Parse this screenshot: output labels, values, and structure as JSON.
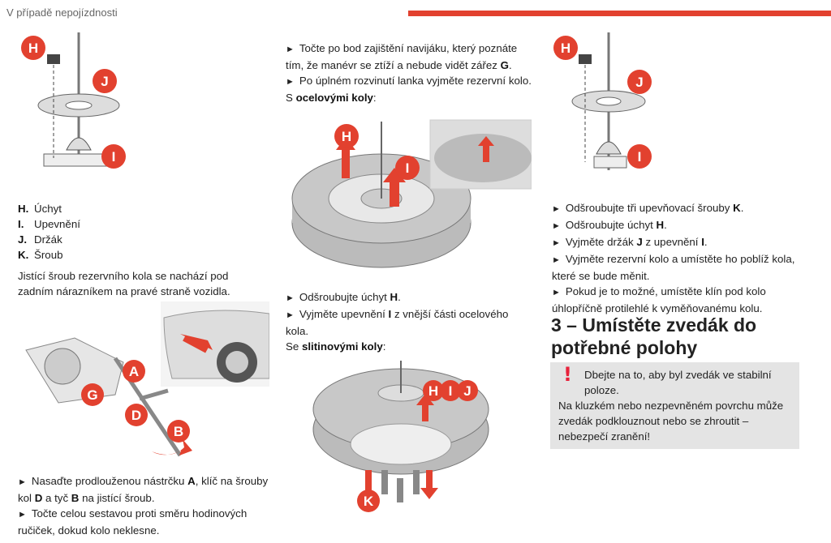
{
  "header": {
    "section": "V případě nepojízdnosti",
    "accent": "#e2412f"
  },
  "col1": {
    "legend": [
      {
        "k": "H.",
        "v": "Úchyt"
      },
      {
        "k": "I.",
        "v": "Upevnění"
      },
      {
        "k": "J.",
        "v": "Držák"
      },
      {
        "k": "K.",
        "v": "Šroub"
      }
    ],
    "para": "Jistící šroub rezervního kola se nachází pod zadním nárazníkem na pravé straně vozidla.",
    "b1": {
      "a": "Nasaďte prodlouženou nástrčku ",
      "A": "A",
      "b": ", klíč na šrouby kol ",
      "D": "D",
      "c": " a tyč ",
      "B": "B",
      "d": " na jistící šroub."
    },
    "b2": "Točte celou sestavou proti směru hodinových ručiček, dokud kolo neklesne.",
    "fig1_labels": [
      "H",
      "J",
      "I"
    ],
    "fig2_labels": [
      "A",
      "G",
      "D",
      "B"
    ]
  },
  "col2": {
    "b1a": "Točte po bod zajištění navijáku, který poznáte tím, že manévr se ztíží a nebude vidět zářez ",
    "b1G": "G",
    "b2": "Po úplném rozvinutí lanka vyjměte rezervní kolo.",
    "steel_pre": "S ",
    "steel": "ocelovými koly",
    "b3a": "Odšroubujte úchyt ",
    "b3H": "H",
    "b4a": "Vyjměte upevnění ",
    "b4I": "I",
    "b4b": " z vnější části ocelového kola.",
    "alloy_pre": "Se ",
    "alloy": "slitinovými koly",
    "fig_steel_labels": [
      "H",
      "I"
    ],
    "fig_alloy_labels": [
      "H",
      "I",
      "J",
      "K"
    ]
  },
  "col3": {
    "fig_labels": [
      "H",
      "J",
      "I"
    ],
    "bullets": [
      {
        "a": "Odšroubujte tři upevňovací šrouby ",
        "b": "K",
        "c": "."
      },
      {
        "a": "Odšroubujte úchyt ",
        "b": "H",
        "c": "."
      },
      {
        "a": "Vyjměte držák ",
        "b": "J",
        "c": " z upevnění ",
        "d": "I",
        "e": "."
      },
      {
        "a": "Vyjměte rezervní kolo a umístěte ho poblíž kola, které se bude měnit."
      },
      {
        "a": "Pokud je to možné, umístěte klín pod kolo úhlopříčně protilehlé k vyměňovanému kolu."
      }
    ],
    "heading": "3 – Umístěte zvedák do potřebné polohy",
    "warning": {
      "icon": "exclamation-icon",
      "line1": "Dbejte na to, aby byl zvedák ve stabilní poloze.",
      "line2": "Na kluzkém nebo nezpevněném povrchu může zvedák podklouznout nebo se zhroutit – nebezpečí zranění!"
    }
  }
}
